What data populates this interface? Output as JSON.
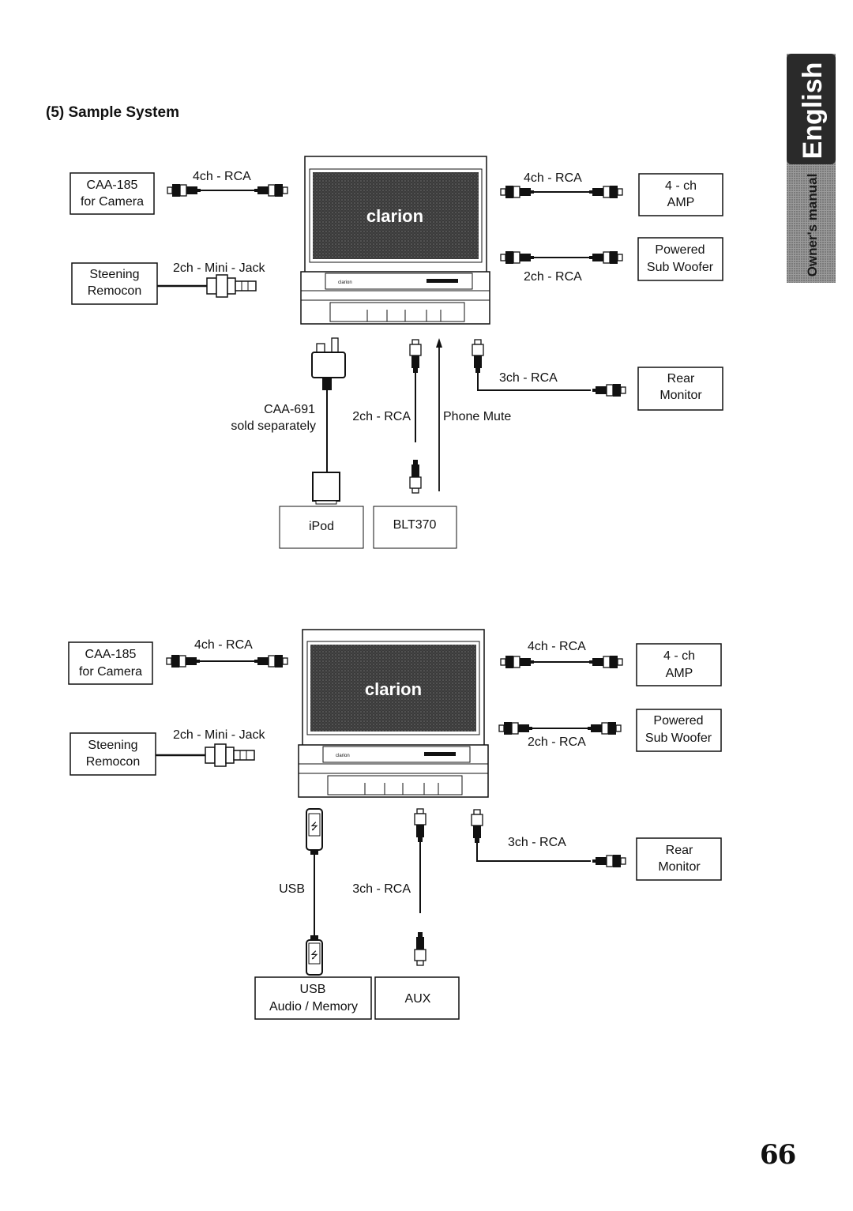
{
  "section_title": "(5) Sample System",
  "page_number": "66",
  "side_tab": {
    "language": "English",
    "subtitle": "Owner's manual",
    "colors": {
      "dark": "#2b2b2b",
      "light": "#8a8a8a"
    }
  },
  "brand": "clarion",
  "system_1": {
    "head_unit_brand": "clarion",
    "devices": {
      "camera": [
        "CAA-185",
        "for Camera"
      ],
      "remocon": [
        "Steening",
        "Remocon"
      ],
      "amp": [
        "4 - ch",
        "AMP"
      ],
      "woofer": [
        "Powered",
        "Sub Woofer"
      ],
      "monitor": [
        "Rear",
        "Monitor"
      ],
      "ipod": "iPod",
      "blt": "BLT370"
    },
    "cables": {
      "camera": "4ch - RCA",
      "remocon": "2ch - Mini - Jack",
      "amp": "4ch - RCA",
      "woofer": "2ch - RCA",
      "monitor": "3ch - RCA",
      "ipod_adapter": [
        "CAA-691",
        "sold separately"
      ],
      "blt": "2ch - RCA",
      "phone_mute": "Phone Mute"
    }
  },
  "system_2": {
    "head_unit_brand": "clarion",
    "devices": {
      "camera": [
        "CAA-185",
        "for Camera"
      ],
      "remocon": [
        "Steening",
        "Remocon"
      ],
      "amp": [
        "4 - ch",
        "AMP"
      ],
      "woofer": [
        "Powered",
        "Sub Woofer"
      ],
      "monitor": [
        "Rear",
        "Monitor"
      ],
      "usb": [
        "USB",
        "Audio / Memory"
      ],
      "aux": "AUX"
    },
    "cables": {
      "camera": "4ch - RCA",
      "remocon": "2ch - Mini - Jack",
      "amp": "4ch - RCA",
      "woofer": "2ch - RCA",
      "monitor": "3ch - RCA",
      "usb": "USB",
      "aux": "3ch - RCA"
    }
  }
}
